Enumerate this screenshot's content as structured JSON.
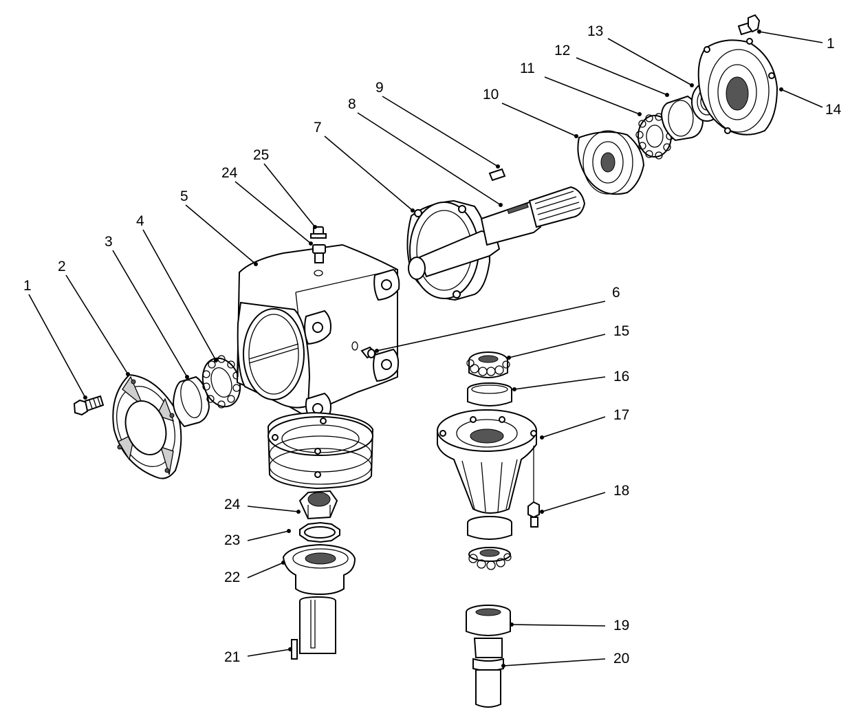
{
  "callouts": [
    {
      "id": "c1a",
      "text": "1"
    },
    {
      "id": "c2",
      "text": "2"
    },
    {
      "id": "c3",
      "text": "3"
    },
    {
      "id": "c4",
      "text": "4"
    },
    {
      "id": "c5",
      "text": "5"
    },
    {
      "id": "c24a",
      "text": "24"
    },
    {
      "id": "c25",
      "text": "25"
    },
    {
      "id": "c6",
      "text": "6"
    },
    {
      "id": "c7",
      "text": "7"
    },
    {
      "id": "c8",
      "text": "8"
    },
    {
      "id": "c9",
      "text": "9"
    },
    {
      "id": "c10",
      "text": "10"
    },
    {
      "id": "c11",
      "text": "11"
    },
    {
      "id": "c12",
      "text": "12"
    },
    {
      "id": "c13",
      "text": "13"
    },
    {
      "id": "c1b",
      "text": "1"
    },
    {
      "id": "c14",
      "text": "14"
    },
    {
      "id": "c15",
      "text": "15"
    },
    {
      "id": "c16",
      "text": "16"
    },
    {
      "id": "c17",
      "text": "17"
    },
    {
      "id": "c18",
      "text": "18"
    },
    {
      "id": "c24b",
      "text": "24"
    },
    {
      "id": "c23",
      "text": "23"
    },
    {
      "id": "c22",
      "text": "22"
    },
    {
      "id": "c19",
      "text": "19"
    },
    {
      "id": "c21",
      "text": "21"
    },
    {
      "id": "c20",
      "text": "20"
    }
  ]
}
